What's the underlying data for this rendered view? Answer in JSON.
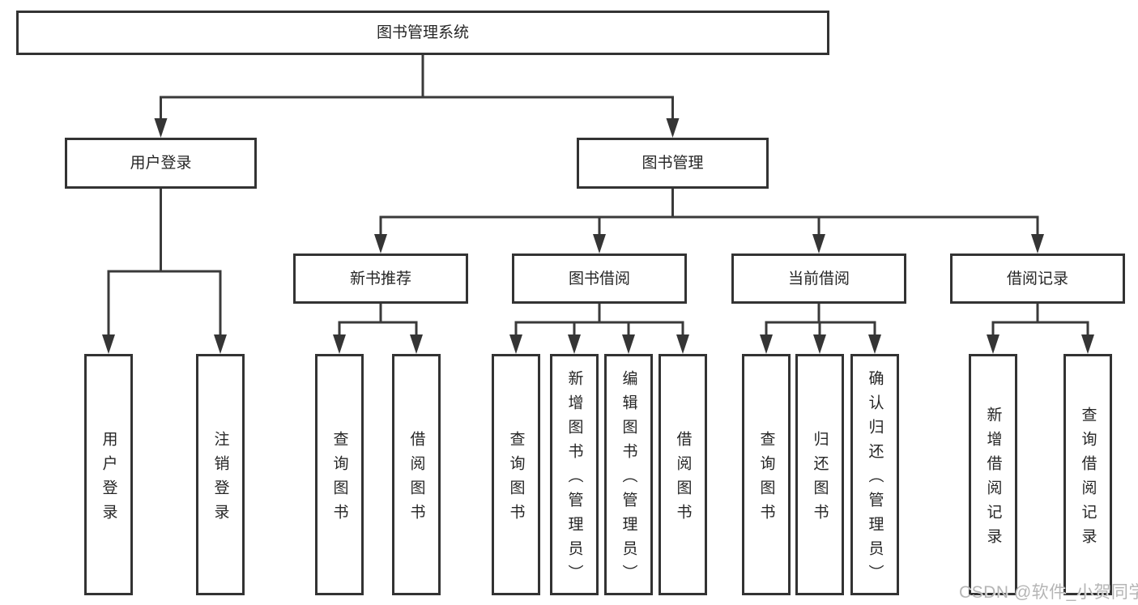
{
  "tree": {
    "root": {
      "label": "图书管理系统"
    },
    "branches": [
      {
        "label": "用户登录",
        "children": [
          {
            "label": "用户登录"
          },
          {
            "label": "注销登录"
          }
        ]
      },
      {
        "label": "图书管理",
        "children": [
          {
            "label": "新书推荐",
            "children": [
              {
                "label": "查询图书"
              },
              {
                "label": "借阅图书"
              }
            ]
          },
          {
            "label": "图书借阅",
            "children": [
              {
                "label": "查询图书"
              },
              {
                "label": "新增图书（管理员）"
              },
              {
                "label": "编辑图书（管理员）"
              },
              {
                "label": "借阅图书"
              }
            ]
          },
          {
            "label": "当前借阅",
            "children": [
              {
                "label": "查询图书"
              },
              {
                "label": "归还图书"
              },
              {
                "label": "确认归还（管理员）"
              }
            ]
          },
          {
            "label": "借阅记录",
            "children": [
              {
                "label": "新增借阅记录"
              },
              {
                "label": "查询借阅记录"
              }
            ]
          }
        ]
      }
    ]
  },
  "watermark": {
    "text": "CSDN @软件_小贺同学"
  },
  "colors": {
    "line": "#3a3a3a",
    "box_border": "#333333",
    "text": "#262626",
    "background": "#ffffff",
    "watermark": "#b5b5b5"
  }
}
